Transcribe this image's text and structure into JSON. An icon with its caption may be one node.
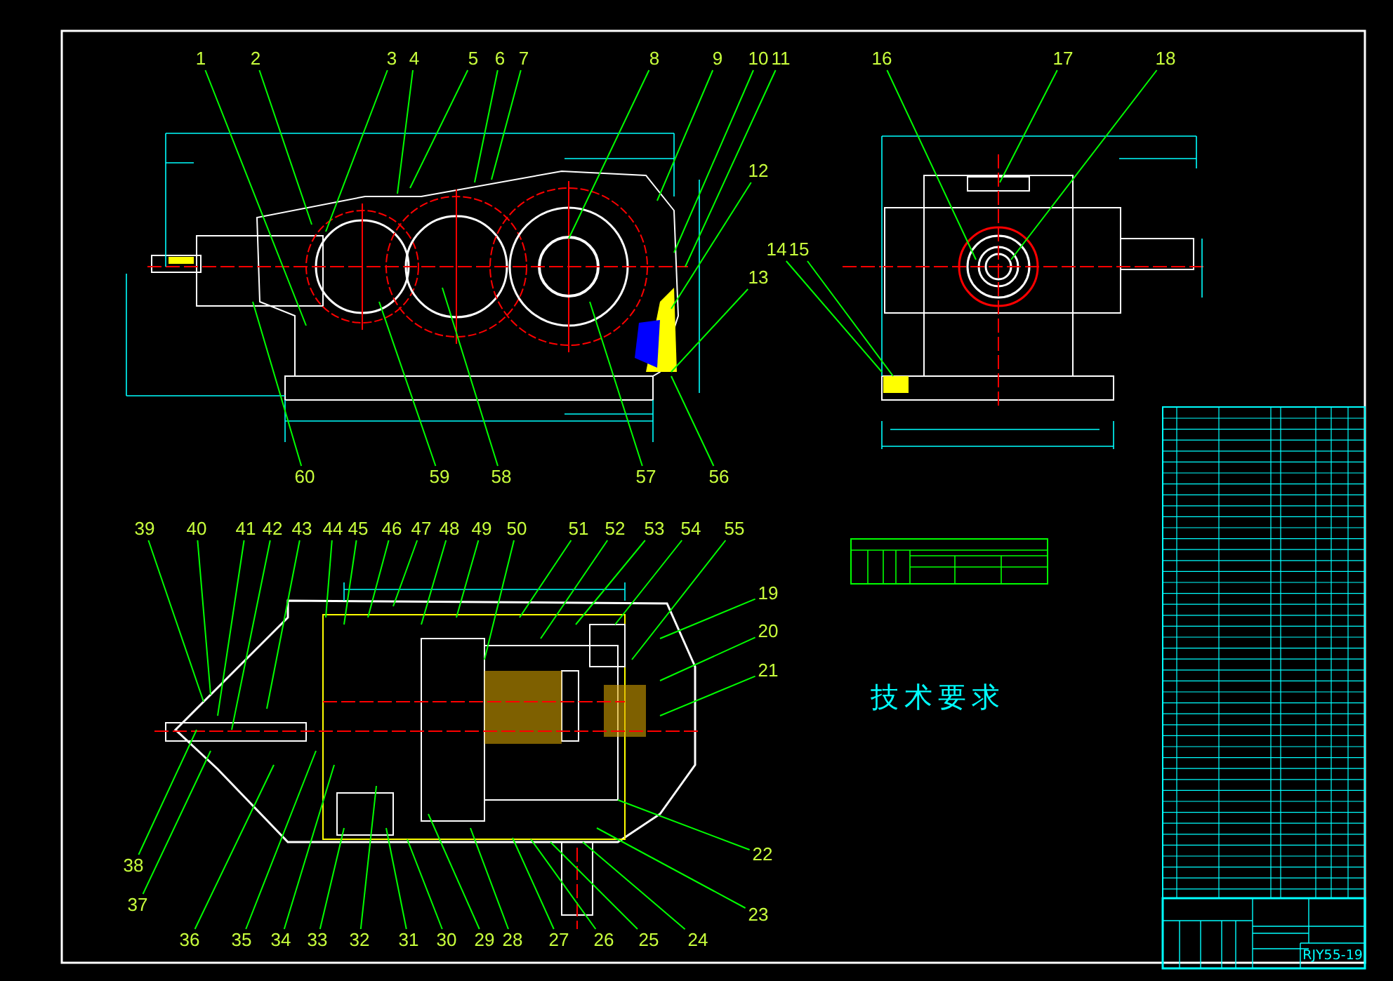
{
  "diagram": {
    "nodes": [
      {
        "text": [
          "1"
        ]
      },
      {
        "text": [
          "2"
        ]
      },
      {
        "text": [
          "3"
        ]
      },
      {
        "text": [
          "4"
        ]
      },
      {
        "text": [
          "5"
        ]
      },
      {
        "text": [
          "6"
        ]
      },
      {
        "text": [
          "7"
        ]
      },
      {
        "text": [
          "8"
        ]
      },
      {
        "text": [
          "9"
        ]
      },
      {
        "text": [
          "10"
        ]
      },
      {
        "text": [
          "11"
        ]
      },
      {
        "text": [
          "12"
        ]
      },
      {
        "text": [
          "13"
        ]
      },
      {
        "text": [
          "14"
        ]
      },
      {
        "text": [
          "15"
        ]
      },
      {
        "text": [
          "16"
        ]
      },
      {
        "text": [
          "17"
        ]
      },
      {
        "text": [
          "18"
        ]
      },
      {
        "text": [
          "19"
        ]
      },
      {
        "text": [
          "20"
        ]
      },
      {
        "text": [
          "21"
        ]
      },
      {
        "text": [
          "22"
        ]
      },
      {
        "text": [
          "23"
        ]
      },
      {
        "text": [
          "24"
        ]
      },
      {
        "text": [
          "25"
        ]
      },
      {
        "text": [
          "26"
        ]
      },
      {
        "text": [
          "27"
        ]
      },
      {
        "text": [
          "28"
        ]
      },
      {
        "text": [
          "29"
        ]
      },
      {
        "text": [
          "30"
        ]
      },
      {
        "text": [
          "31"
        ]
      },
      {
        "text": [
          "32"
        ]
      },
      {
        "text": [
          "33"
        ]
      },
      {
        "text": [
          "34"
        ]
      },
      {
        "text": [
          "35"
        ]
      },
      {
        "text": [
          "36"
        ]
      },
      {
        "text": [
          "37"
        ]
      },
      {
        "text": [
          "38"
        ]
      },
      {
        "text": [
          "39"
        ]
      },
      {
        "text": [
          "40"
        ]
      },
      {
        "text": [
          "41"
        ]
      },
      {
        "text": [
          "42"
        ]
      },
      {
        "text": [
          "43"
        ]
      },
      {
        "text": [
          "44"
        ]
      },
      {
        "text": [
          "45"
        ]
      },
      {
        "text": [
          "46"
        ]
      },
      {
        "text": [
          "47"
        ]
      },
      {
        "text": [
          "48"
        ]
      },
      {
        "text": [
          "49"
        ]
      },
      {
        "text": [
          "50"
        ]
      },
      {
        "text": [
          "51"
        ]
      },
      {
        "text": [
          "52"
        ]
      },
      {
        "text": [
          "53"
        ]
      },
      {
        "text": [
          "54"
        ]
      },
      {
        "text": [
          "55"
        ]
      },
      {
        "text": [
          "56"
        ]
      },
      {
        "text": [
          "57"
        ]
      },
      {
        "text": [
          "58"
        ]
      },
      {
        "text": [
          "59"
        ]
      },
      {
        "text": [
          "60"
        ]
      }
    ],
    "edges": [
      {
        "from": 0,
        "to": null,
        "arrow": "none"
      },
      {
        "from": 1,
        "to": null,
        "arrow": "none"
      },
      {
        "from": 2,
        "to": null,
        "arrow": "none"
      },
      {
        "from": 3,
        "to": null,
        "arrow": "none"
      },
      {
        "from": 4,
        "to": null,
        "arrow": "none"
      },
      {
        "from": 5,
        "to": null,
        "arrow": "none"
      },
      {
        "from": 6,
        "to": null,
        "arrow": "none"
      },
      {
        "from": 7,
        "to": null,
        "arrow": "none"
      },
      {
        "from": 8,
        "to": null,
        "arrow": "none"
      },
      {
        "from": 9,
        "to": null,
        "arrow": "none"
      },
      {
        "from": 10,
        "to": null,
        "arrow": "none"
      },
      {
        "from": 11,
        "to": null,
        "arrow": "none"
      },
      {
        "from": 12,
        "to": null,
        "arrow": "none"
      },
      {
        "from": 13,
        "to": null,
        "arrow": "none"
      },
      {
        "from": 14,
        "to": null,
        "arrow": "none"
      },
      {
        "from": 15,
        "to": null,
        "arrow": "none"
      },
      {
        "from": 16,
        "to": null,
        "arrow": "none"
      },
      {
        "from": 17,
        "to": null,
        "arrow": "none"
      },
      {
        "from": 18,
        "to": null,
        "arrow": "none"
      },
      {
        "from": 19,
        "to": null,
        "arrow": "none"
      },
      {
        "from": 20,
        "to": null,
        "arrow": "none"
      },
      {
        "from": 21,
        "to": null,
        "arrow": "none"
      },
      {
        "from": 22,
        "to": null,
        "arrow": "none"
      },
      {
        "from": 23,
        "to": null,
        "arrow": "none"
      },
      {
        "from": 24,
        "to": null,
        "arrow": "none"
      },
      {
        "from": 25,
        "to": null,
        "arrow": "none"
      },
      {
        "from": 26,
        "to": null,
        "arrow": "none"
      },
      {
        "from": 27,
        "to": null,
        "arrow": "none"
      },
      {
        "from": 28,
        "to": null,
        "arrow": "none"
      },
      {
        "from": 29,
        "to": null,
        "arrow": "none"
      },
      {
        "from": 30,
        "to": null,
        "arrow": "none"
      },
      {
        "from": 31,
        "to": null,
        "arrow": "none"
      },
      {
        "from": 32,
        "to": null,
        "arrow": "none"
      },
      {
        "from": 33,
        "to": null,
        "arrow": "none"
      },
      {
        "from": 34,
        "to": null,
        "arrow": "none"
      },
      {
        "from": 35,
        "to": null,
        "arrow": "none"
      },
      {
        "from": 36,
        "to": null,
        "arrow": "none"
      },
      {
        "from": 37,
        "to": null,
        "arrow": "none"
      },
      {
        "from": 38,
        "to": null,
        "arrow": "none"
      },
      {
        "from": 39,
        "to": null,
        "arrow": "none"
      },
      {
        "from": 40,
        "to": null,
        "arrow": "none"
      },
      {
        "from": 41,
        "to": null,
        "arrow": "none"
      },
      {
        "from": 42,
        "to": null,
        "arrow": "none"
      },
      {
        "from": 43,
        "to": null,
        "arrow": "none"
      },
      {
        "from": 44,
        "to": null,
        "arrow": "none"
      },
      {
        "from": 45,
        "to": null,
        "arrow": "none"
      },
      {
        "from": 46,
        "to": null,
        "arrow": "none"
      },
      {
        "from": 47,
        "to": null,
        "arrow": "none"
      },
      {
        "from": 48,
        "to": null,
        "arrow": "none"
      },
      {
        "from": 49,
        "to": null,
        "arrow": "none"
      },
      {
        "from": 50,
        "to": null,
        "arrow": "none"
      },
      {
        "from": 51,
        "to": null,
        "arrow": "none"
      },
      {
        "from": 52,
        "to": null,
        "arrow": "none"
      },
      {
        "from": 53,
        "to": null,
        "arrow": "none"
      },
      {
        "from": 54,
        "to": null,
        "arrow": "none"
      },
      {
        "from": 55,
        "to": null,
        "arrow": "none"
      },
      {
        "from": 56,
        "to": null,
        "arrow": "none"
      },
      {
        "from": 57,
        "to": null,
        "arrow": "none"
      },
      {
        "from": 58,
        "to": null,
        "arrow": "none"
      },
      {
        "from": 59,
        "to": null,
        "arrow": "none"
      }
    ],
    "labels": [
      "技术要求",
      "RJY55-19"
    ]
  }
}
